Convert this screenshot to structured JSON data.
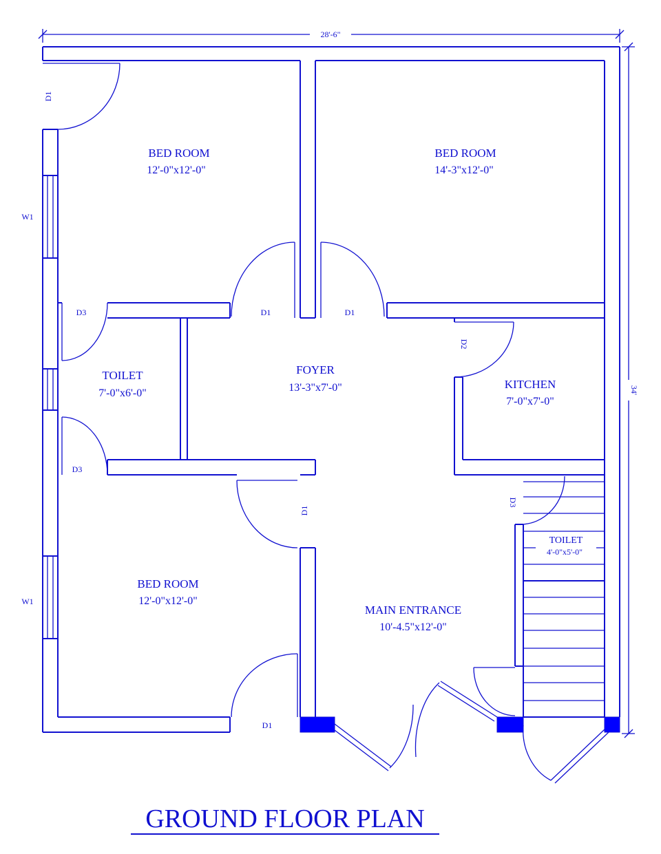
{
  "title": "GROUND FLOOR PLAN",
  "dimensions": {
    "width": "28'-6\"",
    "depth": "34'"
  },
  "rooms": [
    {
      "name": "BED ROOM",
      "size": "12'-0\"x12'-0\""
    },
    {
      "name": "BED ROOM",
      "size": "14'-3\"x12'-0\""
    },
    {
      "name": "TOILET",
      "size": "7'-0\"x6'-0\""
    },
    {
      "name": "FOYER",
      "size": "13'-3\"x7'-0\""
    },
    {
      "name": "KITCHEN",
      "size": "7'-0\"x7'-0\""
    },
    {
      "name": "TOILET",
      "size": "4'-0\"x5'-0\""
    },
    {
      "name": "BED ROOM",
      "size": "12'-0\"x12'-0\""
    },
    {
      "name": "MAIN ENTRANCE",
      "size": "10'-4.5\"x12'-0\""
    }
  ],
  "tags": {
    "d1": "D1",
    "d2": "D2",
    "d3": "D3",
    "w1": "W1"
  },
  "colors": {
    "line": "#1010d0",
    "column": "#0000ff",
    "background": "#ffffff"
  }
}
